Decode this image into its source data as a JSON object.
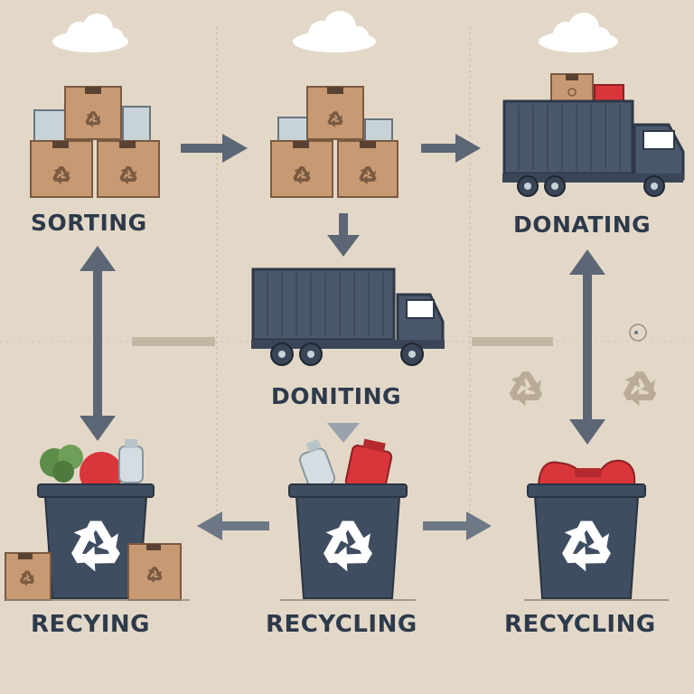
{
  "labels": {
    "sorting": "SORTING",
    "donating": "DONATING",
    "doniting": "DONITING",
    "recying": "RECYING",
    "recycling_center": "RECYCLING",
    "recycling_right": "RECYCLING"
  },
  "icons": {
    "cloud": "cloud-icon",
    "box": "box-icon",
    "truck": "truck-icon",
    "bin": "recycle-bin-icon",
    "recycle": "recycle-symbol-icon",
    "arrow": "arrow-icon"
  },
  "colors": {
    "background": "#e3d8c8",
    "box": "#c89a73",
    "box_dark": "#7a5a42",
    "truck": "#4a586c",
    "bin": "#3f4d61",
    "arrow": "#5c6675",
    "label": "#2d3a4b",
    "accent_red": "#d8363b"
  }
}
